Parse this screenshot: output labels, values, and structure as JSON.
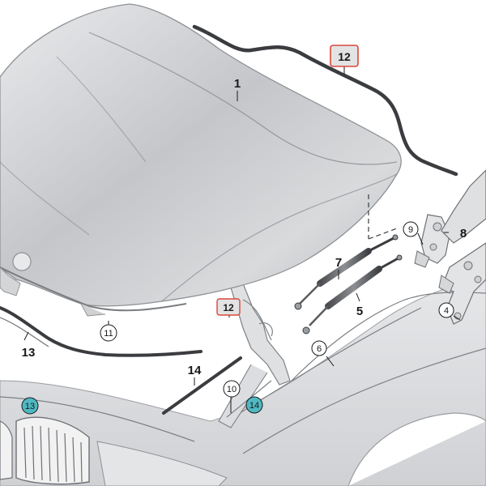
{
  "accent_colors": {
    "highlight_box_border": "#d9483b",
    "highlight_box_fill": "#e3e3e3",
    "teal_callout_fill": "#4fb8c2",
    "body_panel": "#d5d7d9",
    "hood_panel": "#c9cbce",
    "seal_dark": "#3a3c3f"
  },
  "callouts": {
    "hood": "1",
    "seal_top": "12",
    "seal_side": "12",
    "strut_upper": "7",
    "strut_lower": "5",
    "hinge_part": "8",
    "bolt_9": "9",
    "bracket_4": "4",
    "clip_6": "6",
    "cowl_seal": "13",
    "grille_13": "13",
    "clip_11": "11",
    "seal_14": "14",
    "clip_10": "10",
    "clip_14_teal": "14"
  }
}
